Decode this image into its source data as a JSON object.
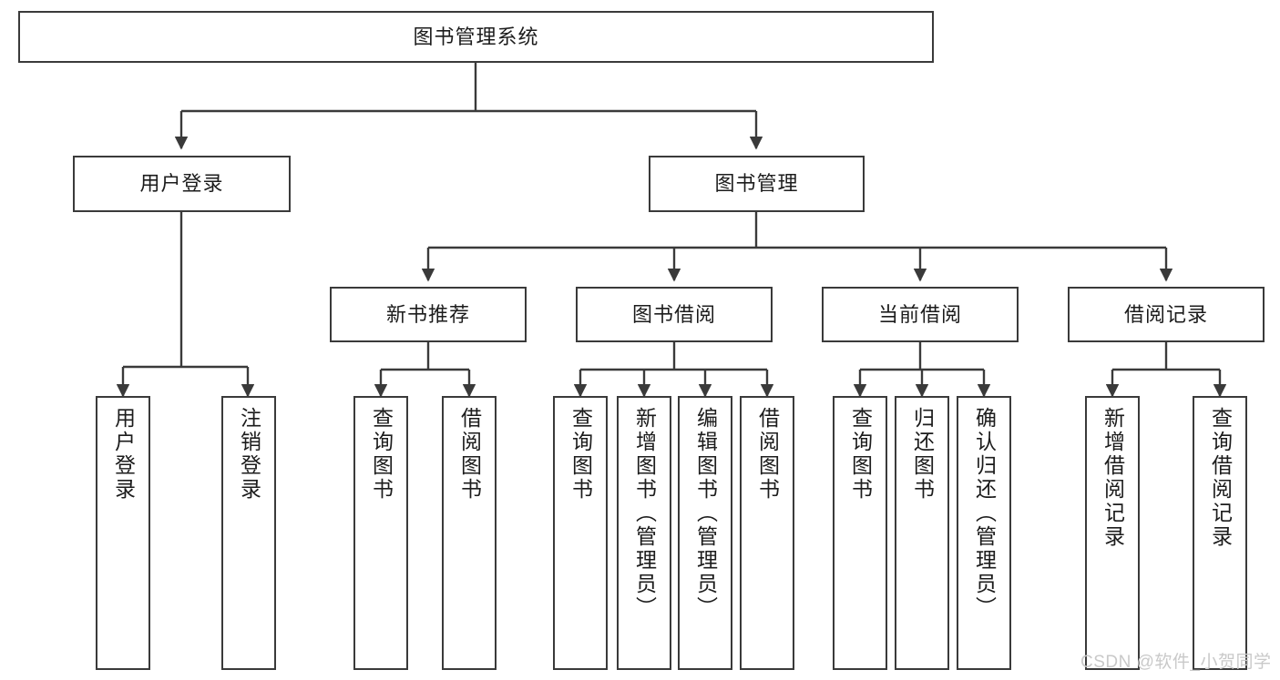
{
  "diagram": {
    "title": "图书管理系统",
    "watermark": "CSDN @软件_小贺同学",
    "accent_color": "#3a3a3a",
    "background_color": "#ffffff",
    "nodes": {
      "root": {
        "label": "图书管理系统"
      },
      "level1": [
        {
          "label": "用户登录"
        },
        {
          "label": "图书管理"
        }
      ],
      "level2": [
        {
          "label": "新书推荐"
        },
        {
          "label": "图书借阅"
        },
        {
          "label": "当前借阅"
        },
        {
          "label": "借阅记录"
        }
      ],
      "leaves_user_login": [
        {
          "label": "用户登录"
        },
        {
          "label": "注销登录"
        }
      ],
      "leaves_new_books": [
        {
          "label": "查询图书"
        },
        {
          "label": "借阅图书"
        }
      ],
      "leaves_borrow": [
        {
          "label": "查询图书"
        },
        {
          "label": "新增图书（管理员）"
        },
        {
          "label": "编辑图书（管理员）"
        },
        {
          "label": "借阅图书"
        }
      ],
      "leaves_current": [
        {
          "label": "查询图书"
        },
        {
          "label": "归还图书"
        },
        {
          "label": "确认归还（管理员）"
        }
      ],
      "leaves_records": [
        {
          "label": "新增借阅记录"
        },
        {
          "label": "查询借阅记录"
        }
      ]
    }
  }
}
